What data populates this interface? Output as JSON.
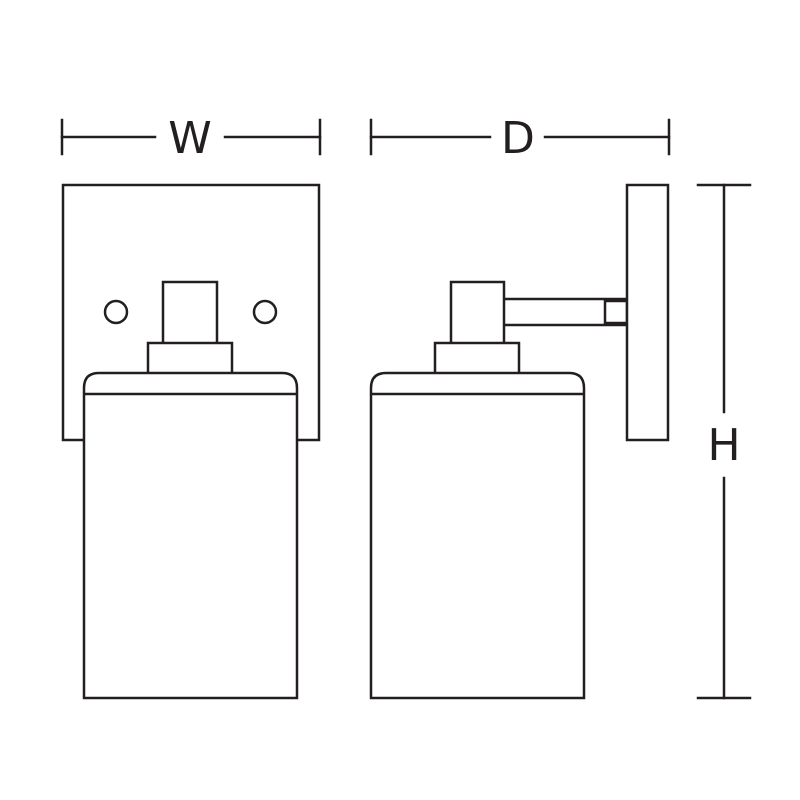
{
  "labels": {
    "width": "W",
    "depth": "D",
    "height": "H"
  },
  "colors": {
    "stroke": "#231f20",
    "fill": "#ffffff"
  },
  "icons": {
    "front_view": "wall-sconce-front-icon",
    "side_view": "wall-sconce-side-icon"
  }
}
